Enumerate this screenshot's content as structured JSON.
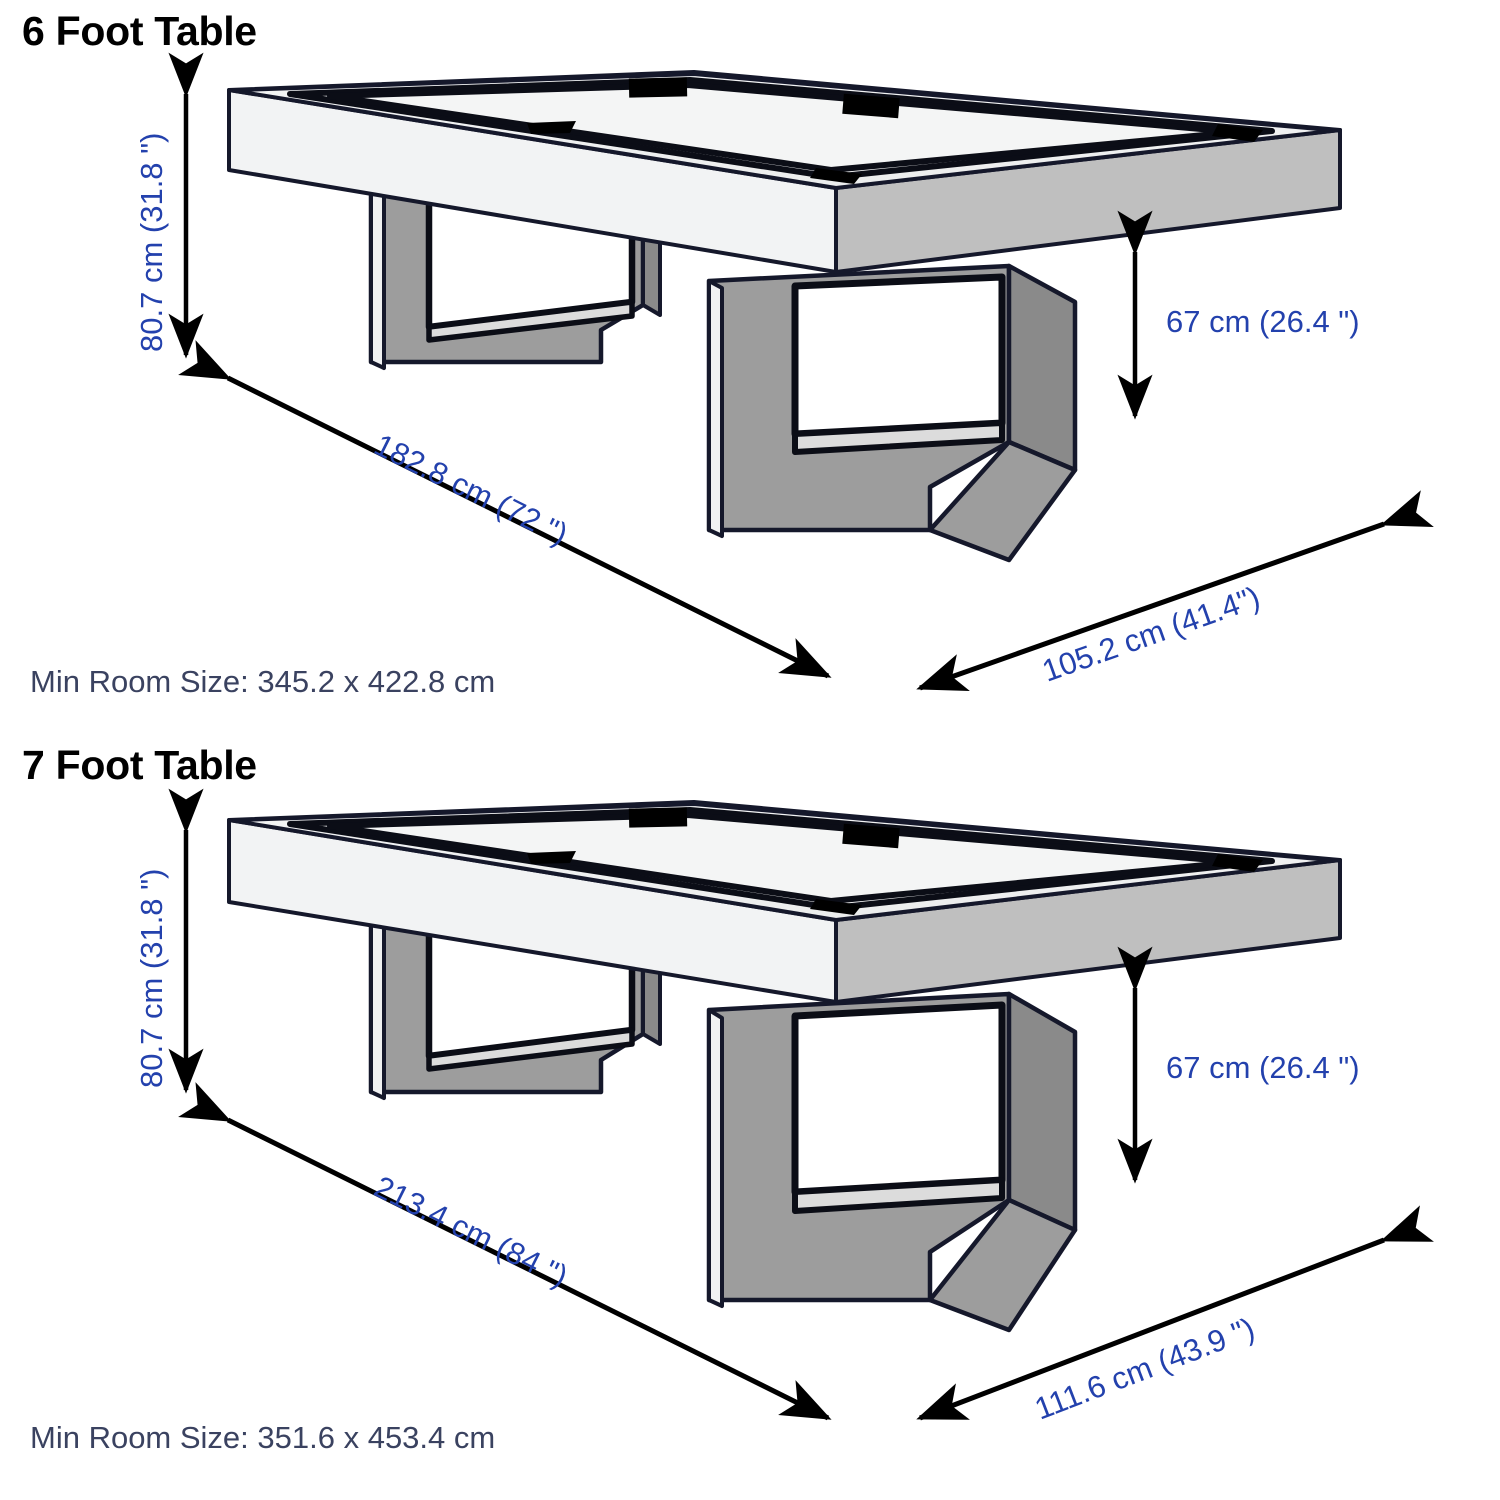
{
  "document": {
    "type": "dimension-drawing",
    "background_color": "#ffffff",
    "accent_dimension_color": "#2341ad",
    "caption_color": "#3a4260",
    "title_color": "#000000",
    "drawing_stroke_color": "#15182b",
    "drawing_top_fill": "#f2f3f4",
    "drawing_side_fill": "#bfbfbf",
    "drawing_leg_fill": "#9d9d9d",
    "drawing_leg_dark_fill": "#8a8a8a",
    "drawing_pocket_fill": "#000000"
  },
  "sections": [
    {
      "id": "6ft",
      "title": "6 Foot Table",
      "dimensions": {
        "height_overall": "80.7 cm (31.8 \")",
        "height_clearance": "67 cm (26.4 \")",
        "length": "182.8 cm (72 \")",
        "width": "105.2 cm (41.4\")"
      },
      "min_room_size": "Min Room Size: 345.2 x 422.8 cm"
    },
    {
      "id": "7ft",
      "title": "7 Foot Table",
      "dimensions": {
        "height_overall": "80.7 cm (31.8 \")",
        "height_clearance": "67 cm (26.4 \")",
        "length": "213.4 cm (84 \")",
        "width": "111.6 cm (43.9 \")"
      },
      "min_room_size": "Min Room Size: 351.6 x 453.4 cm"
    }
  ]
}
